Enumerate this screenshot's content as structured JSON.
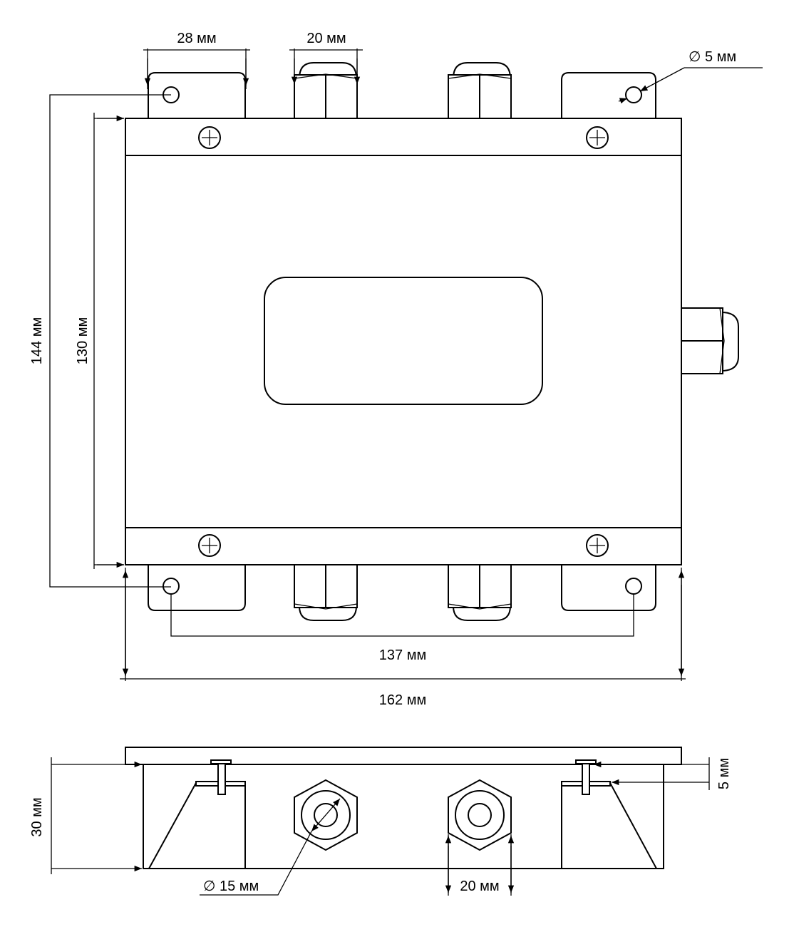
{
  "labels": {
    "tab_width": "28 мм",
    "gland_width_top": "20 мм",
    "hole_diameter": "∅ 5 мм",
    "height_total": "144 мм",
    "height_body": "130 мм",
    "hole_spacing": "137 мм",
    "width_total": "162 мм",
    "side_height": "30 мм",
    "plate_thickness": "5 мм",
    "thread_diameter": "∅ 15 мм",
    "nut_width": "20 мм"
  }
}
